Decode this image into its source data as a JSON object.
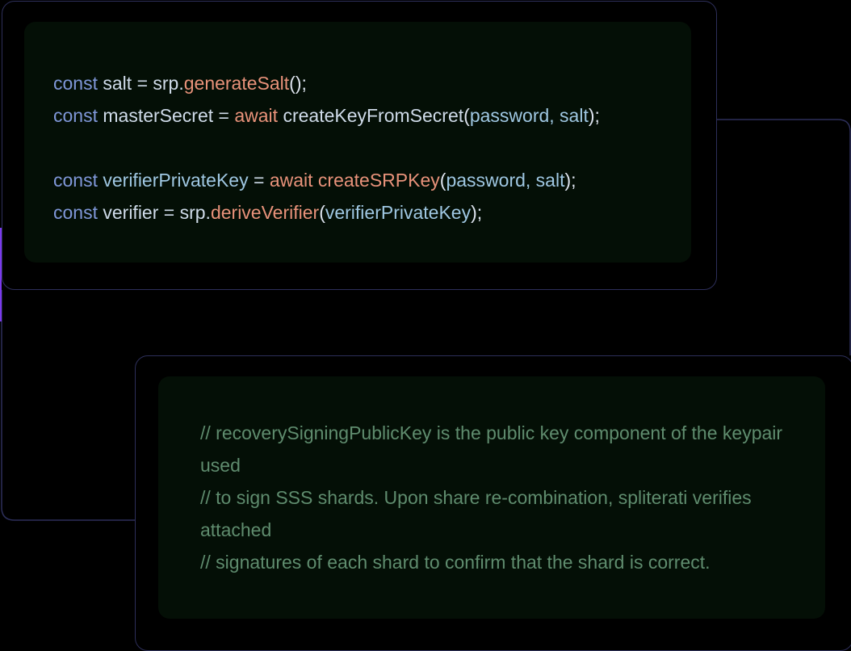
{
  "colors": {
    "background": "#000000",
    "border": "#2d2f5a",
    "panel": "#040f06",
    "keyword": "#7f97d8",
    "identifier": "#cfdbe9",
    "function": "#e8927a",
    "parameter": "#9fc7e2",
    "comment": "#5f8c6e",
    "accent": "#7c3aed"
  },
  "snippet_one": {
    "line1": {
      "kw": "const",
      "name": "salt",
      "op": "=",
      "obj": "srp.",
      "fn": "generateSalt",
      "tail": "();"
    },
    "line2": {
      "kw": "const",
      "name": "masterSecret",
      "op": "=",
      "await": "await",
      "fn": "createKeyFromSecret",
      "open": "(",
      "args": "password, salt",
      "close": ");"
    },
    "line3": {
      "kw": "const",
      "name": "verifierPrivateKey",
      "op": "=",
      "await": "await",
      "fn": "createSRPKey",
      "open": "(",
      "args": "password, salt",
      "close": ");"
    },
    "line4": {
      "kw": "const",
      "name": "verifier",
      "op": "=",
      "obj": "srp.",
      "fn": "deriveVerifier",
      "open": "(",
      "args": "verifierPrivateKey",
      "close": ");"
    }
  },
  "snippet_two": {
    "comment1": "// recoverySigningPublicKey is the public key component of the keypair used",
    "comment2": "// to sign SSS shards. Upon share re-combination, spliterati verifies attached",
    "comment3": "// signatures of each shard to confirm that the shard is correct."
  }
}
